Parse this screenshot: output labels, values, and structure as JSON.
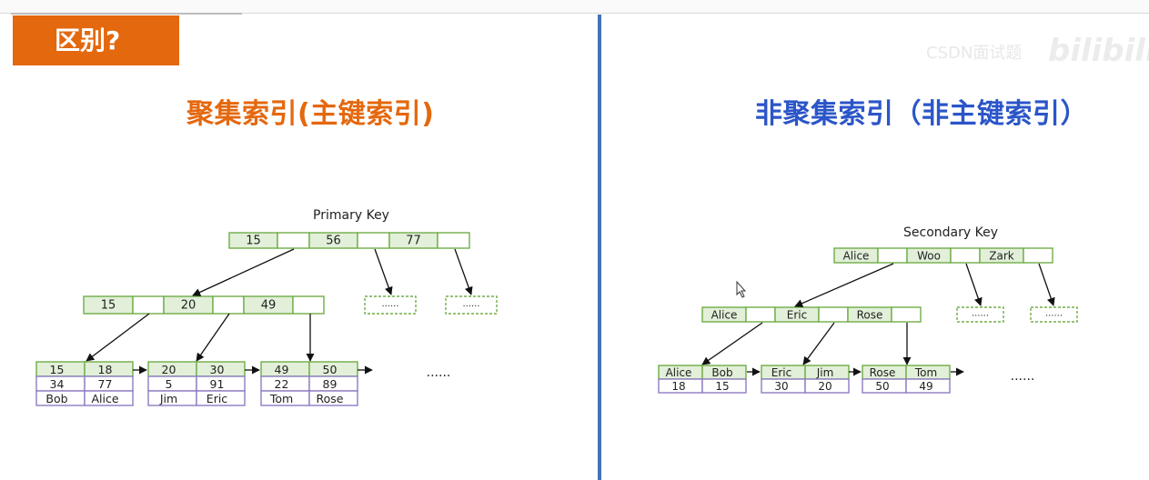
{
  "header": {
    "tag": "区别?"
  },
  "watermark": {
    "text": "CSDN面试题",
    "logo": "bilibili"
  },
  "left": {
    "title": "聚集索引(主键索引)",
    "tree_label": "Primary Key",
    "root_keys": [
      "15",
      "56",
      "77"
    ],
    "level1_keys": [
      "15",
      "20",
      "49"
    ],
    "ellipsis_box": "......",
    "leaves": [
      {
        "keys": [
          "15",
          "18"
        ],
        "values": [
          "34",
          "77"
        ],
        "names": [
          "Bob",
          "Alice"
        ]
      },
      {
        "keys": [
          "20",
          "30"
        ],
        "values": [
          "5",
          "91"
        ],
        "names": [
          "Jim",
          "Eric"
        ]
      },
      {
        "keys": [
          "49",
          "50"
        ],
        "values": [
          "22",
          "89"
        ],
        "names": [
          "Tom",
          "Rose"
        ]
      }
    ],
    "more": "......"
  },
  "right": {
    "title": "非聚集索引（非主键索引）",
    "tree_label": "Secondary Key",
    "root_keys": [
      "Alice",
      "Woo",
      "Zark"
    ],
    "level1_keys": [
      "Alice",
      "Eric",
      "Rose"
    ],
    "ellipsis_box": "......",
    "leaves": [
      {
        "keys": [
          "Alice",
          "Bob"
        ],
        "values": [
          "18",
          "15"
        ]
      },
      {
        "keys": [
          "Eric",
          "Jim"
        ],
        "values": [
          "30",
          "20"
        ]
      },
      {
        "keys": [
          "Rose",
          "Tom"
        ],
        "values": [
          "50",
          "49"
        ]
      }
    ],
    "more": "......"
  },
  "colors": {
    "accent_orange": "#e4680e",
    "title_blue": "#2b55c8",
    "divider_blue": "#4472b9",
    "key_fill": "#e2efd9",
    "key_stroke": "#70ad47",
    "row_fill": "#ffffff",
    "row_stroke": "#8e7cc3"
  }
}
